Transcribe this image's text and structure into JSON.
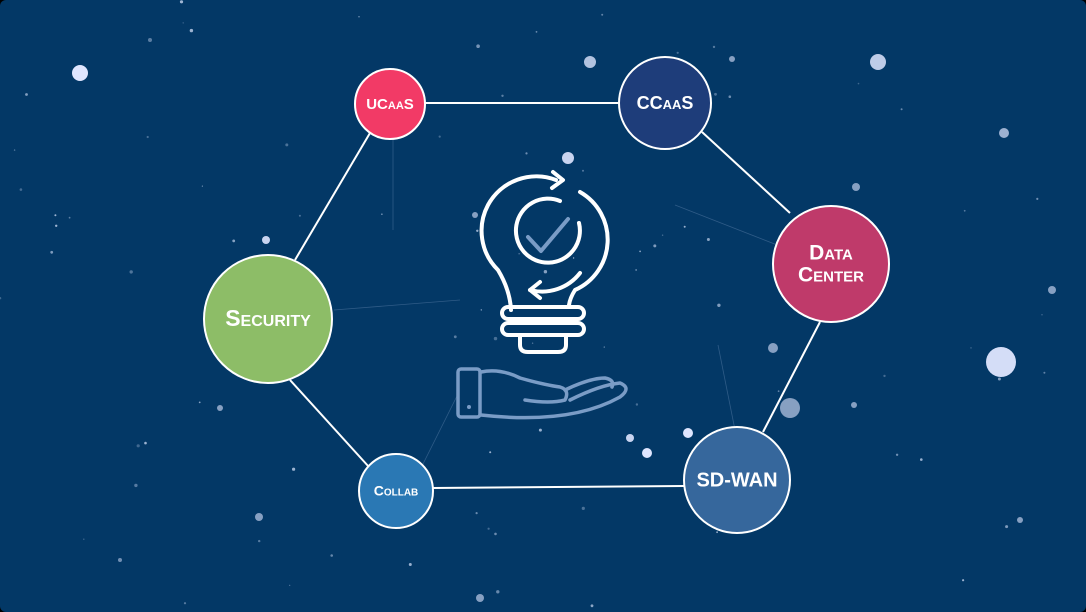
{
  "diagram": {
    "nodes": [
      {
        "id": "ucaas",
        "label": "UCaaS",
        "color": "#f23a66"
      },
      {
        "id": "ccaas",
        "label": "CCaaS",
        "color": "#1e3d7a"
      },
      {
        "id": "datacenter",
        "label_line1": "Data",
        "label_line2": "Center",
        "color": "#bf3a6a"
      },
      {
        "id": "sdwan",
        "label": "SD-WAN",
        "color": "#36679c"
      },
      {
        "id": "collab",
        "label": "Collab",
        "color": "#2a78b4"
      },
      {
        "id": "security",
        "label": "Security",
        "color": "#8dbd67"
      }
    ],
    "edges": [
      [
        "ucaas",
        "ccaas"
      ],
      [
        "ccaas",
        "datacenter"
      ],
      [
        "datacenter",
        "sdwan"
      ],
      [
        "sdwan",
        "collab"
      ],
      [
        "collab",
        "security"
      ],
      [
        "security",
        "ucaas"
      ]
    ],
    "center_icon": "lightbulb-refresh-check-icon",
    "hand_icon": "open-hand-icon",
    "background_color": "#033866"
  }
}
